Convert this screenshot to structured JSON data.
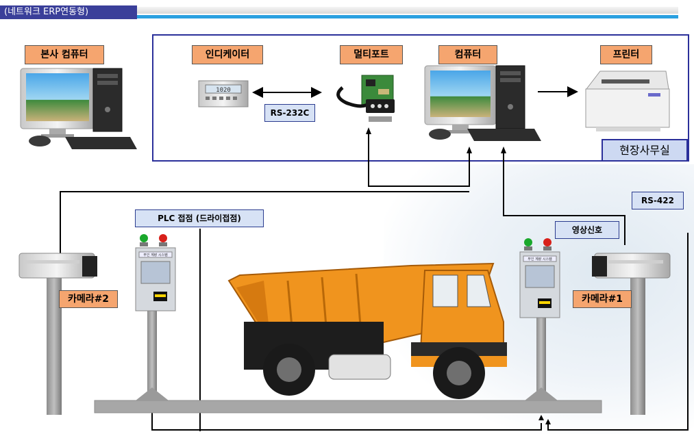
{
  "header": {
    "title": "(네트워크 ERP연동형)"
  },
  "labels": {
    "hq_computer": "본사 컴퓨터",
    "indicator": "인디케이터",
    "multiport": "멀티포트",
    "computer": "컴퓨터",
    "printer": "프린터",
    "rs232c": "RS-232C",
    "site_office": "현장사무실",
    "rs422": "RS-422",
    "plc": "PLC 접점 (드라이접점)",
    "video_signal": "영상신호",
    "camera2": "카메라#2",
    "camera1": "카메라#1"
  },
  "device_text": {
    "indicator_display": "1020",
    "panel_title": "무인 계량 시스템"
  },
  "colors": {
    "label_orange": "#f5a56f",
    "label_blue": "#d7e2f5",
    "frame_blue": "#2a2f9a",
    "truck_orange": "#f0941e",
    "lamp_green": "#1aa82c",
    "lamp_red": "#d8201a"
  }
}
